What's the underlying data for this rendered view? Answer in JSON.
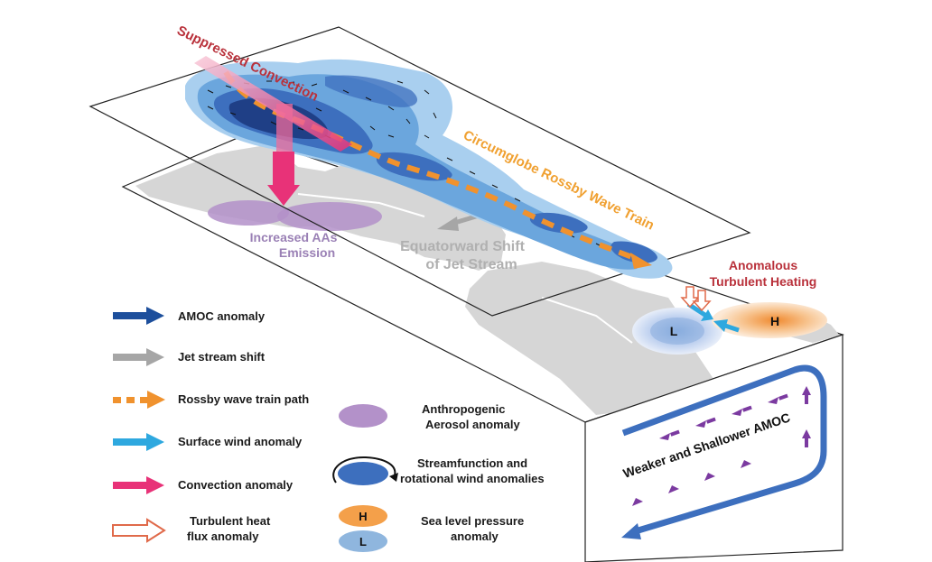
{
  "labels": {
    "suppressed_convection": "Suppressed Convection",
    "rossby_train": "Circumglobe Rossby Wave Train",
    "aas_line1": "Increased AAs",
    "aas_line2": "Emission",
    "jet_line1": "Equatorward Shift",
    "jet_line2": "of Jet Stream",
    "heating_line1": "Anomalous",
    "heating_line2": "Turbulent Heating",
    "amoc_box": "Weaker and Shallower AMOC",
    "low": "L",
    "high": "H"
  },
  "legend": {
    "amoc": "AMOC anomaly",
    "jet": "Jet stream shift",
    "rossby": "Rossby wave train path",
    "surface_wind": "Surface wind anomaly",
    "convection": "Convection anomaly",
    "turbulent_line1": "Turbulent heat",
    "turbulent_line2": "flux anomaly",
    "aerosol_line1": "Anthropogenic",
    "aerosol_line2": "Aerosol anomaly",
    "stream_line1": "Streamfunction and",
    "stream_line2": "rotational wind anomalies",
    "h": "H",
    "l": "L",
    "slp_line1": "Sea level pressure",
    "slp_line2": "anomaly"
  },
  "colors": {
    "amoc": "#1d4f9c",
    "jet": "#a6a6a6",
    "rossby": "#f0922e",
    "surface_wind": "#2ea8df",
    "convection": "#e83278",
    "turbulent": "#e06a4a",
    "aerosol": "#b391c9",
    "stream_blue": "#3d6fbe",
    "high": "#f4a04a",
    "low": "#8fb6de",
    "label_red": "#b9313b",
    "label_orange": "#f0a030",
    "label_purple": "#9a80b5",
    "label_gray": "#b0b0b0"
  }
}
